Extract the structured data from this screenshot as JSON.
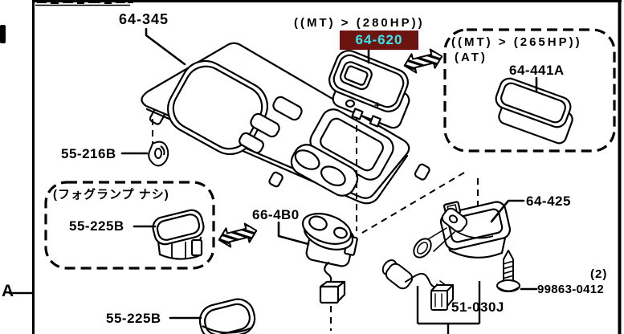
{
  "colors": {
    "ink": "#000000",
    "paper": "#ffffff",
    "highlight_bg": "#6e1410",
    "highlight_text": "#35e8ef"
  },
  "margin": {
    "section_ref": "A"
  },
  "notes": {
    "mt_280": "((MT) > (280HP))",
    "mt_265": "((MT) > (265HP))",
    "at": "(AT)",
    "no_fog_lamp": "(フォグランプ ナシ)",
    "screw_qty": "(2)"
  },
  "parts": {
    "console_panel": "64-345",
    "hazard_switch": "64-620",
    "cover_at": "64-441A",
    "clip": "55-216B",
    "blank_switch_fog": "55-225B",
    "power_mirror_switch": "66-4B0",
    "receptacle": "64-425",
    "tapping_screw": "99863-0412",
    "lamp_cord": "51-030J",
    "blank_switch_lower": "55-225B"
  }
}
